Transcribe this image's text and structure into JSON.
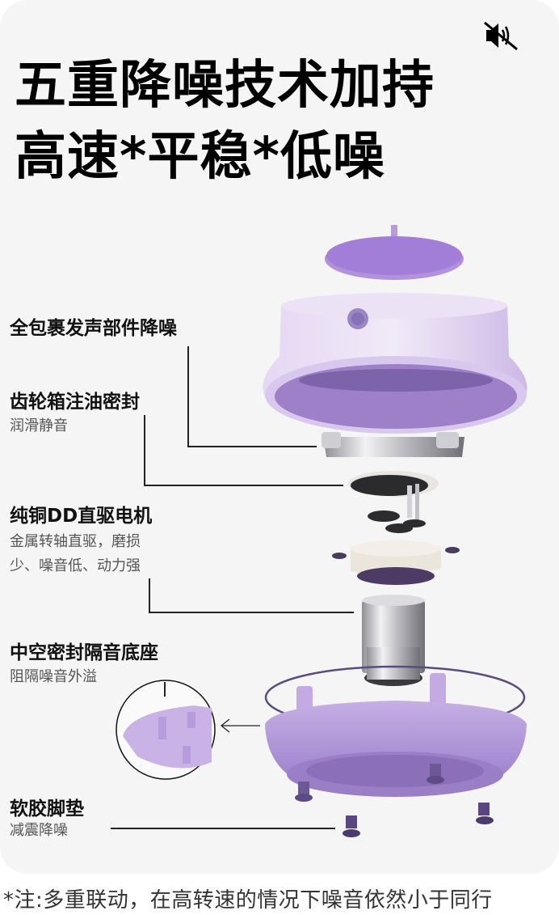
{
  "header": {
    "title_line1": "五重降噪技术加持",
    "title_line2": "高速*平稳*低噪",
    "mute_icon": "speaker-muted-icon"
  },
  "features": [
    {
      "label": "全包裹发声部件降噪",
      "desc": ""
    },
    {
      "label": "齿轮箱注油密封",
      "desc": "润滑静音"
    },
    {
      "label": "纯铜DD直驱电机",
      "desc_line1": "金属转轴直驱，磨损",
      "desc_line2": "少、噪音低、动力强"
    },
    {
      "label": "中空密封隔音底座",
      "desc": "阻隔噪音外溢"
    },
    {
      "label": "软胶脚垫",
      "desc": "减震降噪"
    }
  ],
  "illustration": {
    "name": "exploded-view-of-device",
    "colors": {
      "lavender": "#c9b3e6",
      "purple": "#8a6cc0",
      "dark_purple": "#4b3a6e",
      "silver": "#c8c8cc",
      "cream": "#ece8e0"
    }
  },
  "footer": {
    "note": "*注:多重联动，在高转速的情况下噪音依然小于同行"
  }
}
